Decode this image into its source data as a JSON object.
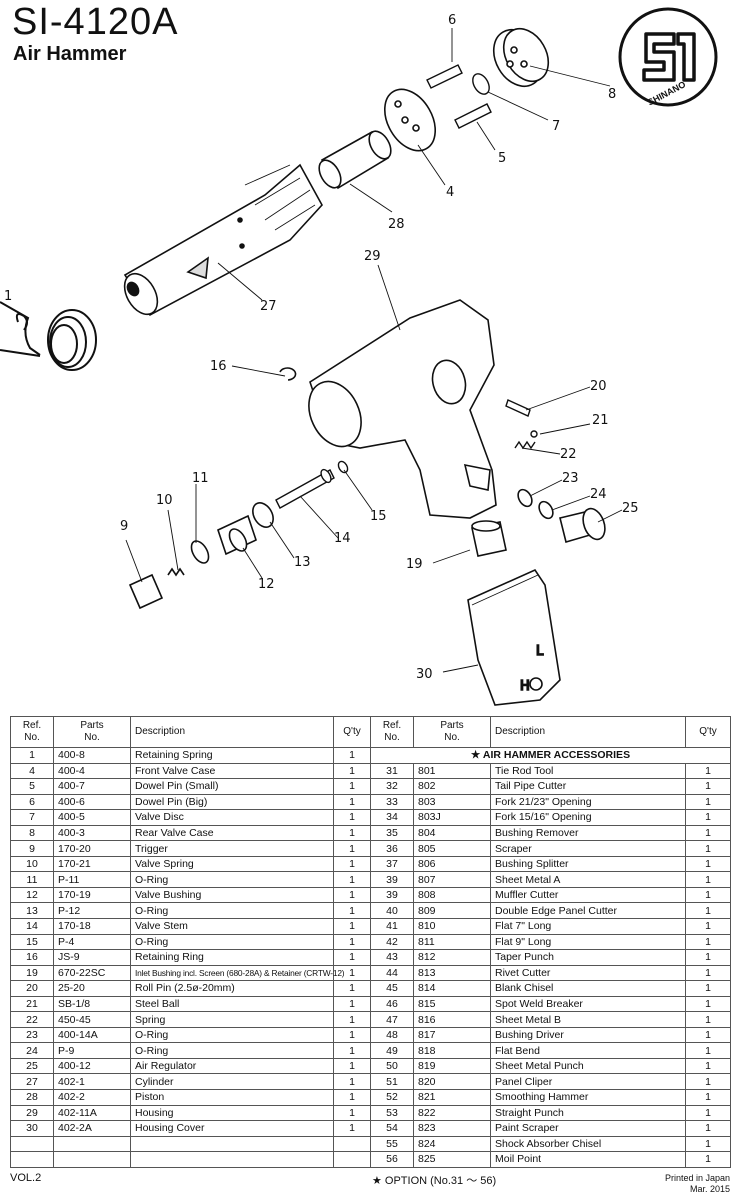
{
  "header": {
    "model": "SI-4120A",
    "name": "Air Hammer"
  },
  "logo": {
    "text": "SHINANO",
    "icon": "shinano-si-logo-icon"
  },
  "callouts": [
    "1",
    "4",
    "5",
    "6",
    "7",
    "8",
    "9",
    "10",
    "11",
    "12",
    "13",
    "14",
    "15",
    "16",
    "19",
    "20",
    "21",
    "22",
    "23",
    "24",
    "25",
    "27",
    "28",
    "29",
    "30"
  ],
  "grip_marks": {
    "h": "H",
    "l": "L"
  },
  "table": {
    "headers": {
      "ref": "Ref.\nNo.",
      "parts": "Parts\nNo.",
      "description": "Description",
      "qty": "Q'ty"
    },
    "accessories_title": "★ AIR HAMMER ACCESSORIES",
    "left_rows": [
      {
        "ref": "1",
        "part": "400-8",
        "desc": "Retaining Spring",
        "qty": "1"
      },
      {
        "ref": "4",
        "part": "400-4",
        "desc": "Front Valve Case",
        "qty": "1"
      },
      {
        "ref": "5",
        "part": "400-7",
        "desc": "Dowel Pin (Small)",
        "qty": "1"
      },
      {
        "ref": "6",
        "part": "400-6",
        "desc": "Dowel Pin (Big)",
        "qty": "1"
      },
      {
        "ref": "7",
        "part": "400-5",
        "desc": "Valve Disc",
        "qty": "1"
      },
      {
        "ref": "8",
        "part": "400-3",
        "desc": "Rear Valve Case",
        "qty": "1"
      },
      {
        "ref": "9",
        "part": "170-20",
        "desc": "Trigger",
        "qty": "1"
      },
      {
        "ref": "10",
        "part": "170-21",
        "desc": "Valve Spring",
        "qty": "1"
      },
      {
        "ref": "11",
        "part": "P-11",
        "desc": "O-Ring",
        "qty": "1"
      },
      {
        "ref": "12",
        "part": "170-19",
        "desc": "Valve Bushing",
        "qty": "1"
      },
      {
        "ref": "13",
        "part": "P-12",
        "desc": "O-Ring",
        "qty": "1"
      },
      {
        "ref": "14",
        "part": "170-18",
        "desc": "Valve Stem",
        "qty": "1"
      },
      {
        "ref": "15",
        "part": "P-4",
        "desc": "O-Ring",
        "qty": "1"
      },
      {
        "ref": "16",
        "part": "JS-9",
        "desc": "Retaining Ring",
        "qty": "1"
      },
      {
        "ref": "19",
        "part": "670-22SC",
        "desc": "Inlet Bushing incl. Screen (680-28A) & Retainer (CRTW-12)",
        "qty": "1"
      },
      {
        "ref": "20",
        "part": "25-20",
        "desc": "Roll Pin (2.5ø-20mm)",
        "qty": "1"
      },
      {
        "ref": "21",
        "part": "SB-1/8",
        "desc": "Steel Ball",
        "qty": "1"
      },
      {
        "ref": "22",
        "part": "450-45",
        "desc": "Spring",
        "qty": "1"
      },
      {
        "ref": "23",
        "part": "400-14A",
        "desc": "O-Ring",
        "qty": "1"
      },
      {
        "ref": "24",
        "part": "P-9",
        "desc": "O-Ring",
        "qty": "1"
      },
      {
        "ref": "25",
        "part": "400-12",
        "desc": "Air Regulator",
        "qty": "1"
      },
      {
        "ref": "27",
        "part": "402-1",
        "desc": "Cylinder",
        "qty": "1"
      },
      {
        "ref": "28",
        "part": "402-2",
        "desc": "Piston",
        "qty": "1"
      },
      {
        "ref": "29",
        "part": "402-11A",
        "desc": "Housing",
        "qty": "1"
      },
      {
        "ref": "30",
        "part": "402-2A",
        "desc": "Housing Cover",
        "qty": "1"
      }
    ],
    "right_rows": [
      {
        "ref": "31",
        "part": "801",
        "desc": "Tie Rod Tool",
        "qty": "1"
      },
      {
        "ref": "32",
        "part": "802",
        "desc": "Tail Pipe Cutter",
        "qty": "1"
      },
      {
        "ref": "33",
        "part": "803",
        "desc": "Fork 21/23\" Opening",
        "qty": "1"
      },
      {
        "ref": "34",
        "part": "803J",
        "desc": "Fork 15/16\" Opening",
        "qty": "1"
      },
      {
        "ref": "35",
        "part": "804",
        "desc": "Bushing Remover",
        "qty": "1"
      },
      {
        "ref": "36",
        "part": "805",
        "desc": "Scraper",
        "qty": "1"
      },
      {
        "ref": "37",
        "part": "806",
        "desc": "Bushing Splitter",
        "qty": "1"
      },
      {
        "ref": "39",
        "part": "807",
        "desc": "Sheet Metal A",
        "qty": "1"
      },
      {
        "ref": "39",
        "part": "808",
        "desc": "Muffler Cutter",
        "qty": "1"
      },
      {
        "ref": "40",
        "part": "809",
        "desc": "Double Edge Panel Cutter",
        "qty": "1"
      },
      {
        "ref": "41",
        "part": "810",
        "desc": "Flat 7\" Long",
        "qty": "1"
      },
      {
        "ref": "42",
        "part": "811",
        "desc": "Flat 9\" Long",
        "qty": "1"
      },
      {
        "ref": "43",
        "part": "812",
        "desc": "Taper Punch",
        "qty": "1"
      },
      {
        "ref": "44",
        "part": "813",
        "desc": "Rivet Cutter",
        "qty": "1"
      },
      {
        "ref": "45",
        "part": "814",
        "desc": "Blank Chisel",
        "qty": "1"
      },
      {
        "ref": "46",
        "part": "815",
        "desc": "Spot Weld Breaker",
        "qty": "1"
      },
      {
        "ref": "47",
        "part": "816",
        "desc": "Sheet Metal B",
        "qty": "1"
      },
      {
        "ref": "48",
        "part": "817",
        "desc": "Bushing Driver",
        "qty": "1"
      },
      {
        "ref": "49",
        "part": "818",
        "desc": "Flat Bend",
        "qty": "1"
      },
      {
        "ref": "50",
        "part": "819",
        "desc": "Sheet Metal Punch",
        "qty": "1"
      },
      {
        "ref": "51",
        "part": "820",
        "desc": "Panel Cliper",
        "qty": "1"
      },
      {
        "ref": "52",
        "part": "821",
        "desc": "Smoothing Hammer",
        "qty": "1"
      },
      {
        "ref": "53",
        "part": "822",
        "desc": "Straight Punch",
        "qty": "1"
      },
      {
        "ref": "54",
        "part": "823",
        "desc": "Paint Scraper",
        "qty": "1"
      },
      {
        "ref": "55",
        "part": "824",
        "desc": "Shock Absorber Chisel",
        "qty": "1"
      },
      {
        "ref": "56",
        "part": "825",
        "desc": "Moil Point",
        "qty": "1"
      }
    ]
  },
  "footer": {
    "volume": "VOL.2",
    "option": "★ OPTION (No.31 ～ 56)",
    "printed": "Printed in Japan",
    "date": "Mar. 2015"
  }
}
